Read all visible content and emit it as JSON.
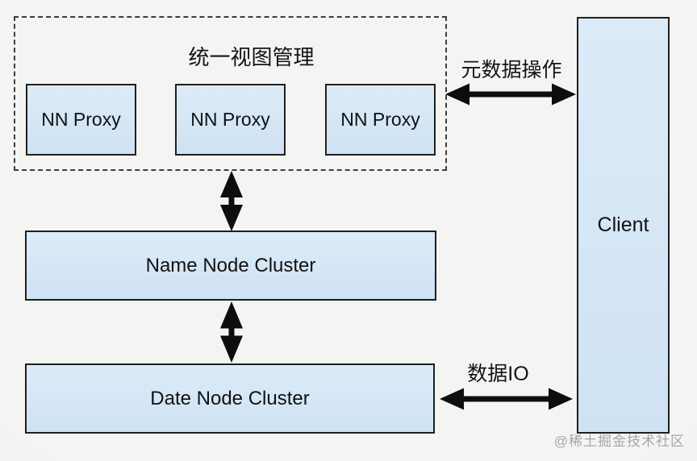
{
  "diagram": {
    "unified_view_group": {
      "title": "统一视图管理",
      "proxies": [
        {
          "label": "NN Proxy"
        },
        {
          "label": "NN Proxy"
        },
        {
          "label": "NN Proxy"
        }
      ]
    },
    "name_node_cluster": {
      "label": "Name Node Cluster"
    },
    "date_node_cluster": {
      "label": "Date Node Cluster"
    },
    "client": {
      "label": "Client"
    },
    "connections": {
      "metadata_ops_label": "元数据操作",
      "data_io_label": "数据IO"
    },
    "watermark": "@稀土掘金技术社区",
    "colors": {
      "box_fill": "#cfe2f3",
      "box_border": "#1f1f1f",
      "dashed_border": "#3c3c3c",
      "arrow": "#0d0d0d",
      "background": "#f2f2f0",
      "text": "#141414",
      "watermark": "#a6a6a6"
    }
  }
}
